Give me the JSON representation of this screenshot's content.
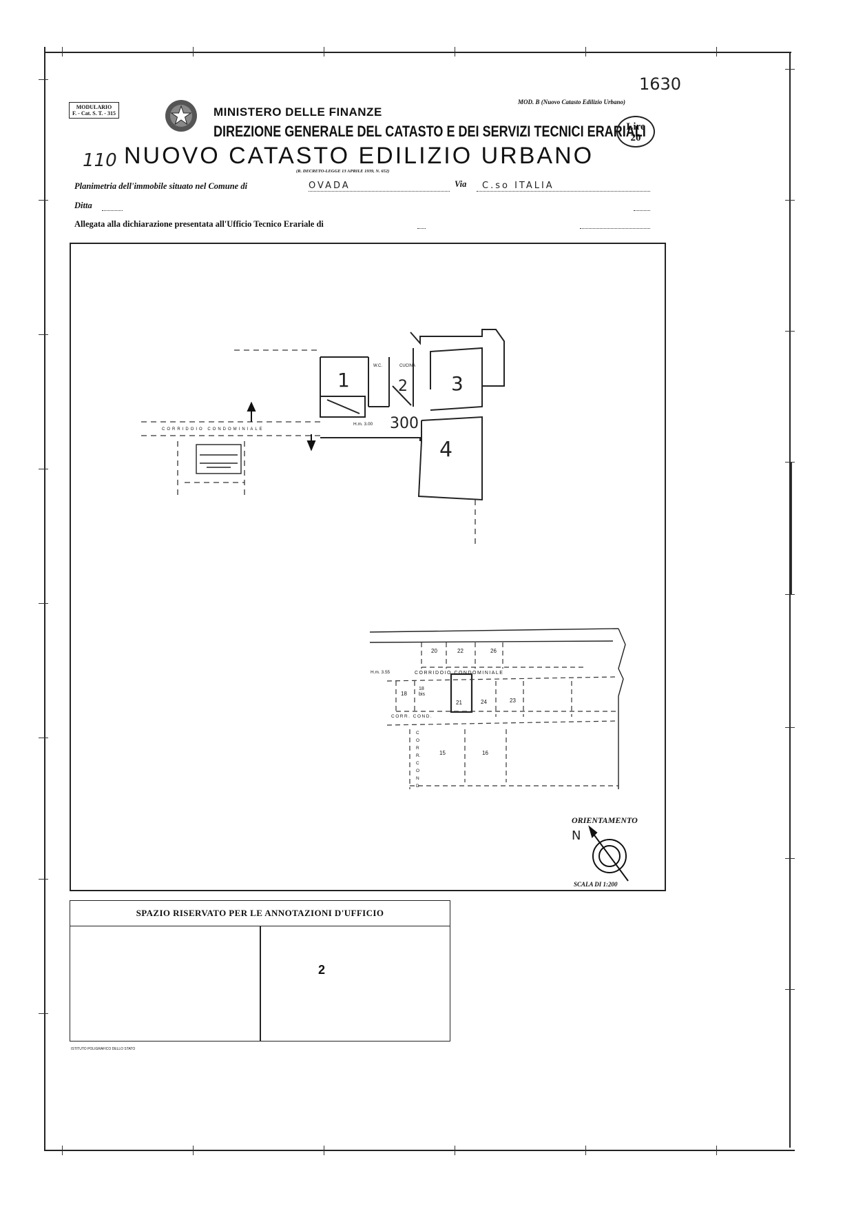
{
  "header": {
    "top_ref_number": "1630",
    "modulario_line1": "MODULARIO",
    "modulario_line2": "F. - Cat. S. T. - 315",
    "ministero": "MINISTERO DELLE FINANZE",
    "direzione": "DIREZIONE GENERALE DEL CATASTO E DEI SERVIZI TECNICI ERARIALI",
    "handwritten_prefix": "110",
    "title": "NUOVO CATASTO EDILIZIO URBANO",
    "decreto": "(R. DECRETO-LEGGE 13 APRILE 1939, N. 652)",
    "mod_b": "MOD. B (Nuovo Catasto Edilizio Urbano)",
    "lire_label": "Lire",
    "lire_value": "20"
  },
  "fields": {
    "planimetria_label": "Planimetria dell'immobile situato nel Comune di",
    "comune_value": "OVADA",
    "via_label": "Via",
    "via_value": "C.so ITALIA",
    "ditta_label": "Ditta",
    "allegata_label": "Allegata alla dichiarazione presentata all'Ufficio Tecnico Erariale di"
  },
  "plan": {
    "rooms": [
      "1",
      "2",
      "3",
      "4"
    ],
    "wc_label": "W.C.",
    "cucina_label": "CUCINA",
    "altitude_label": "H.m. 3.00",
    "altitude_handwritten": "300",
    "corridor_label": "CORRIDOIO CONDOMINIALE",
    "key_plan": {
      "height_label": "H.m. 3.55",
      "corridor_label": "CORRIDOIO CONDOMINIALE",
      "corr_cond_label": "CORR. COND.",
      "vertical_label": "CORR. COND",
      "units_top": [
        "20",
        "22",
        "26"
      ],
      "units_middle": [
        "18",
        "18 bis",
        "21",
        "24",
        "23"
      ],
      "units_bottom": [
        "15",
        "16"
      ]
    },
    "orientamento_label": "ORIENTAMENTO",
    "north_letter": "N",
    "scala_label": "SCALA DI 1:200"
  },
  "annotations": {
    "title": "SPAZIO RISERVATO PER LE ANNOTAZIONI D'UFFICIO",
    "sheet_number": "2"
  },
  "footer": {
    "printer": "ISTITUTO POLIGRAFICO DELLO STATO"
  }
}
